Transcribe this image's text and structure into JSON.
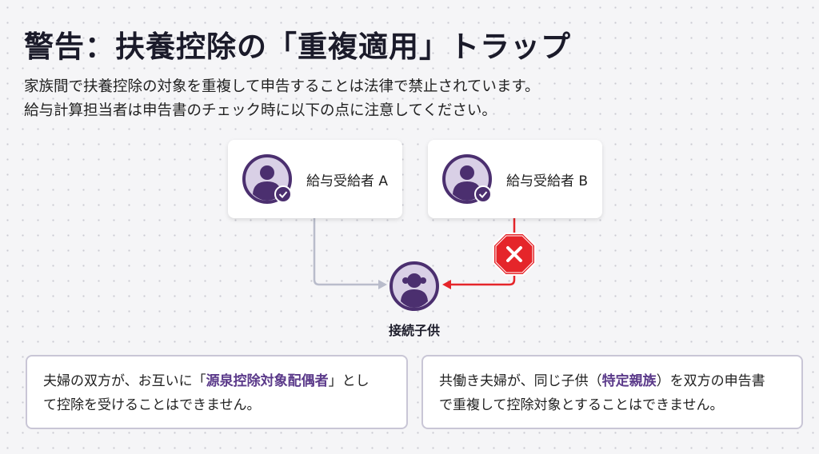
{
  "title": "警告：扶養控除の「重複適用」トラップ",
  "description": [
    "家族間で扶養控除の対象を重複して申告することは法律で禁止されています。",
    "給与計算担当者は申告書のチェック時に以下の点に注意してください。"
  ],
  "diagram": {
    "earner_a": "給与受給者 A",
    "earner_b": "給与受給者 B",
    "child": "接続子供",
    "colors": {
      "purple": "#4b2f6f",
      "light_purple": "#d9d0e6",
      "red": "#e5252a",
      "gray": "#b9bccb"
    }
  },
  "notes": [
    {
      "pre": "夫婦の双方が、お互いに「",
      "highlight": "源泉控除対象配偶者",
      "post": "」とし",
      "line2": "て控除を受けることはできません。"
    },
    {
      "pre": "共働き夫婦が、同じ子供（",
      "highlight": "特定親族",
      "post": "）を双方の申告書",
      "line2": "で重複して控除対象とすることはできません。"
    }
  ]
}
